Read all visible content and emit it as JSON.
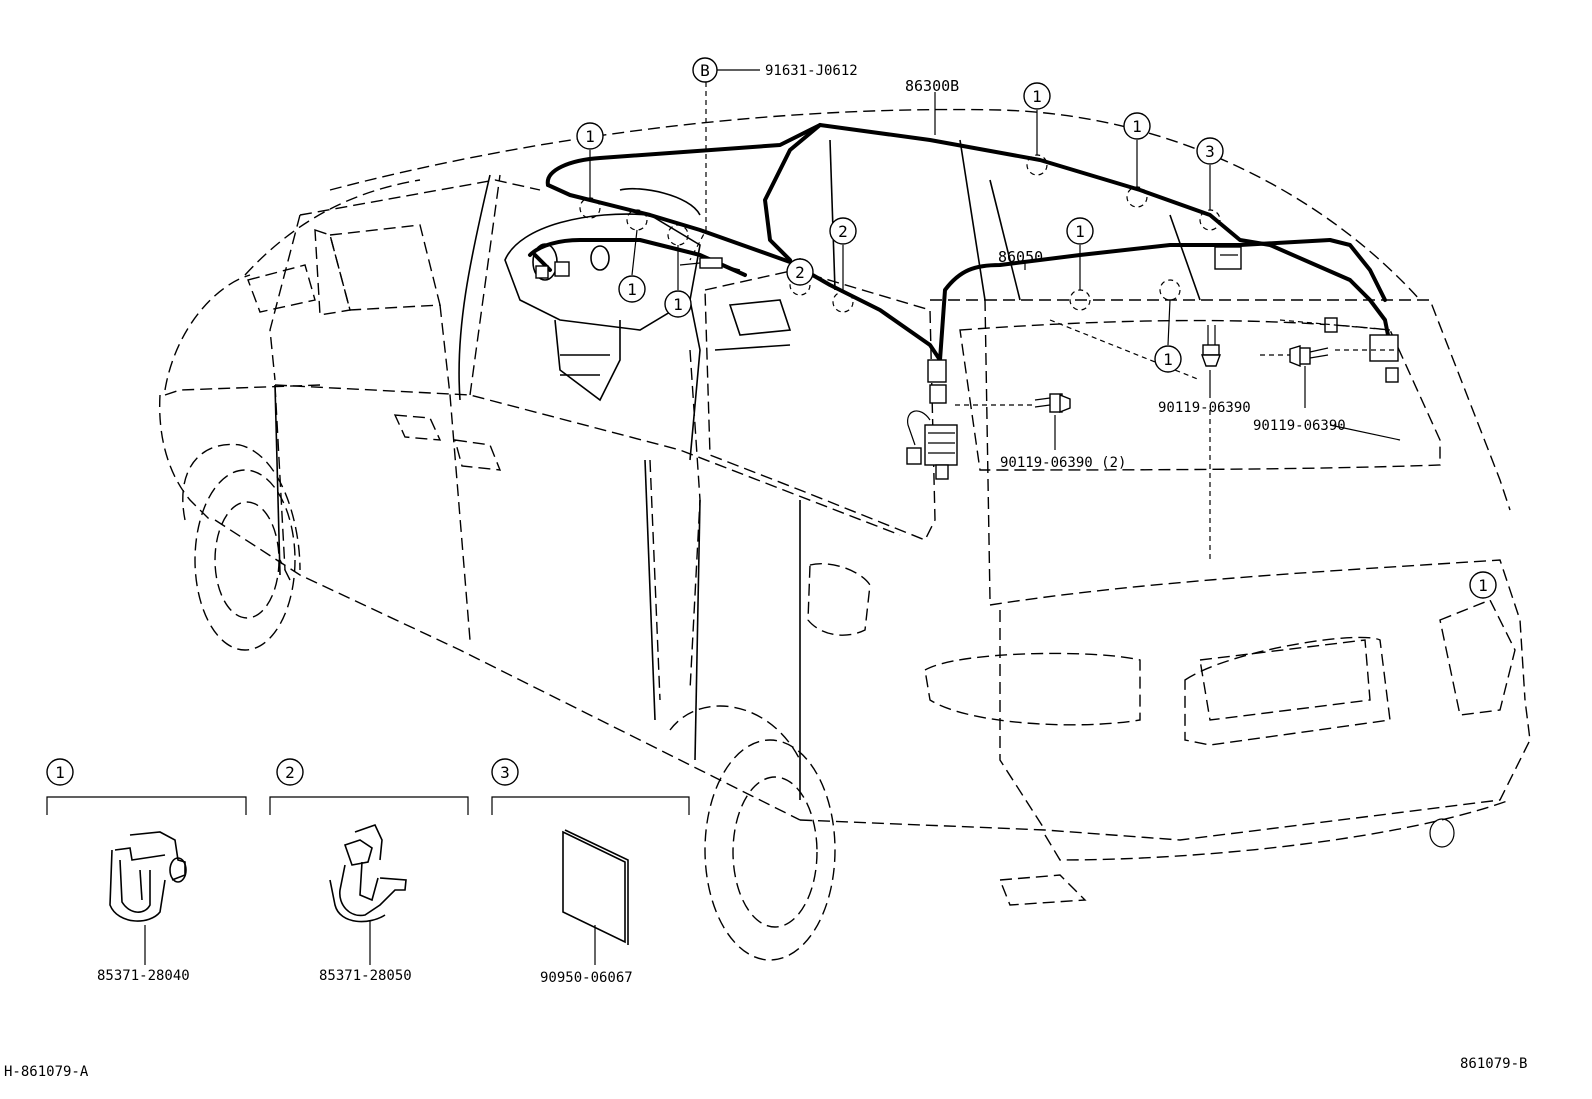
{
  "parts": {
    "screw_b": "91631-J0612",
    "callout_b": "B",
    "harness_roof": "86300B",
    "harness_rear": "86050",
    "bolt_left": "90119-06390 (2)",
    "bolt_mid": "90119-06390",
    "bolt_right": "90119-06390",
    "clamp_1": "85371-28040",
    "clamp_2": "85371-28050",
    "cushion_3": "90950-06067"
  },
  "callouts": {
    "one": "1",
    "two": "2",
    "three": "3"
  },
  "footer": {
    "left_code": "H-861079-A",
    "right_code": "861079-B"
  }
}
